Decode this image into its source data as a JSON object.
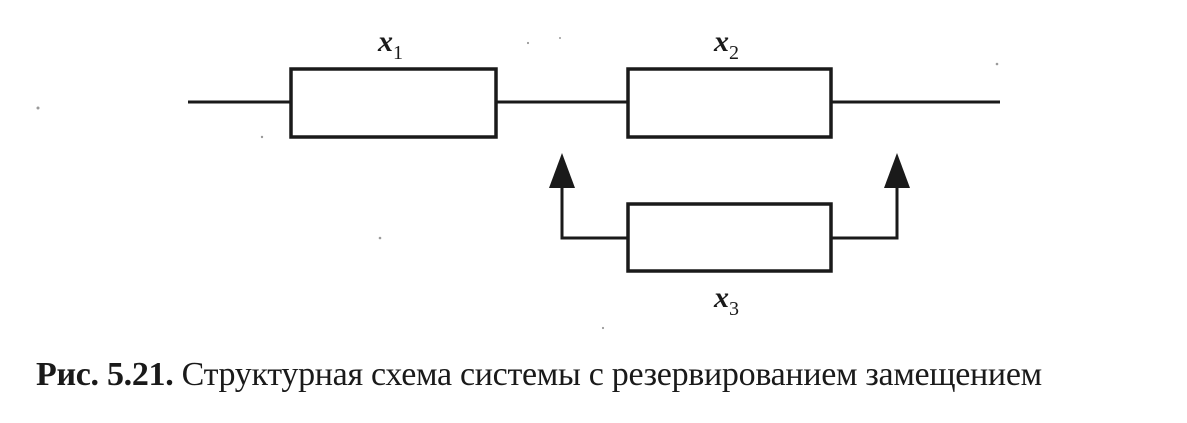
{
  "diagram": {
    "blocks": [
      {
        "id": "x1",
        "label": {
          "main": "x",
          "sub": "1"
        }
      },
      {
        "id": "x2",
        "label": {
          "main": "x",
          "sub": "2"
        }
      },
      {
        "id": "x3",
        "label": {
          "main": "x",
          "sub": "3"
        }
      }
    ],
    "connections": [
      {
        "from": "input",
        "to": "x1"
      },
      {
        "from": "x1",
        "to": "x2"
      },
      {
        "from": "x2",
        "to": "output"
      },
      {
        "from": "x3",
        "to": "junction-x1-x2",
        "arrow": true
      },
      {
        "from": "x3",
        "to": "junction-x2-output",
        "arrow": true
      }
    ]
  },
  "caption": {
    "label": "Рис. 5.21.",
    "text": "Структурная схема системы с резервированием замещением"
  }
}
